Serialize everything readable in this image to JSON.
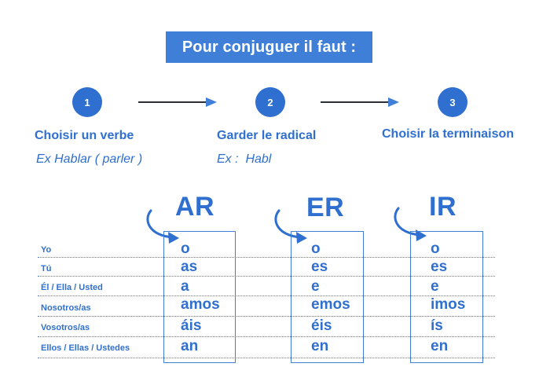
{
  "title": "Pour conjuguer il faut :",
  "steps": [
    {
      "number": "1",
      "title": "Choisir un verbe",
      "example": "Ex Hablar ( parler )"
    },
    {
      "number": "2",
      "title": "Garder le radical",
      "example": "Ex :  Habl"
    },
    {
      "number": "3",
      "title": "Choisir la terminaison",
      "example": ""
    }
  ],
  "verb_groups": [
    "AR",
    "ER",
    "IR"
  ],
  "pronouns": [
    "Yo",
    "Tú",
    "Él / Ella / Usted",
    "Nosotros/as",
    "Vosotros/as",
    "Ellos / Ellas / Ustedes"
  ],
  "endings": {
    "ar": [
      "o",
      "as",
      "a",
      "amos",
      "áis",
      "an"
    ],
    "er": [
      "o",
      "es",
      "e",
      "emos",
      "éis",
      "en"
    ],
    "ir": [
      "o",
      "es",
      "e",
      "imos",
      "ís",
      "en"
    ]
  },
  "colors": {
    "accent": "#2f6fcf",
    "banner": "#3f7fd7",
    "arrow": "#2b2f3a"
  },
  "icons": {
    "step_arrow": "arrow-right-icon",
    "group_pointer": "curved-arrow-icon"
  }
}
